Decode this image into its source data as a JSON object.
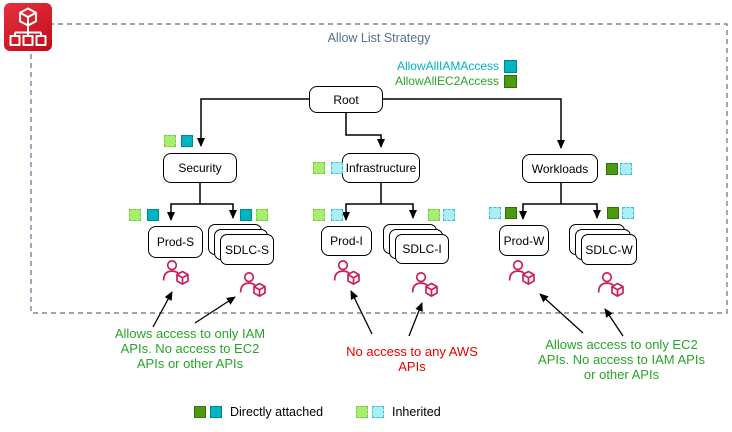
{
  "diagram": {
    "title": "Allow List Strategy",
    "policies": {
      "iam": {
        "label": "AllowAllIAMAccess",
        "color": "#00B2BE"
      },
      "ec2": {
        "label": "AllowAllEC2Access",
        "color": "#28A428"
      }
    },
    "nodes": {
      "root": {
        "label": "Root"
      },
      "security": {
        "label": "Security"
      },
      "infrastructure": {
        "label": "Infrastructure"
      },
      "workloads": {
        "label": "Workloads"
      },
      "prod_s": {
        "label": "Prod-S"
      },
      "sdlc_s": {
        "label": "SDLC-S"
      },
      "prod_i": {
        "label": "Prod-I"
      },
      "sdlc_i": {
        "label": "SDLC-I"
      },
      "prod_w": {
        "label": "Prod-W"
      },
      "sdlc_w": {
        "label": "SDLC-W"
      }
    },
    "annotations": {
      "security_accounts": {
        "lines": [
          "Allows access to only IAM",
          "APIs. No access to EC2",
          "APIs or other APIs"
        ],
        "color": "#28A428"
      },
      "infrastructure_accounts": {
        "lines": [
          "No access to any AWS APIs"
        ],
        "color": "#E60000"
      },
      "workloads_accounts": {
        "lines": [
          "Allows access to only EC2",
          "APIs. No access to IAM APIs",
          "or other APIs"
        ],
        "color": "#28A428"
      }
    },
    "legend": {
      "directly_attached": "Directly attached",
      "inherited": "Inherited"
    },
    "colors": {
      "ec2_attached_square": "#4C9A10",
      "iam_attached_square": "#00B5BF",
      "ec2_inherited_square": "#A9EE71",
      "iam_inherited_square": "#ABEFF5",
      "user_icon_pink": "#CB2060",
      "aws_icon_red": "#D3121F",
      "title_color": "#56718E"
    }
  }
}
